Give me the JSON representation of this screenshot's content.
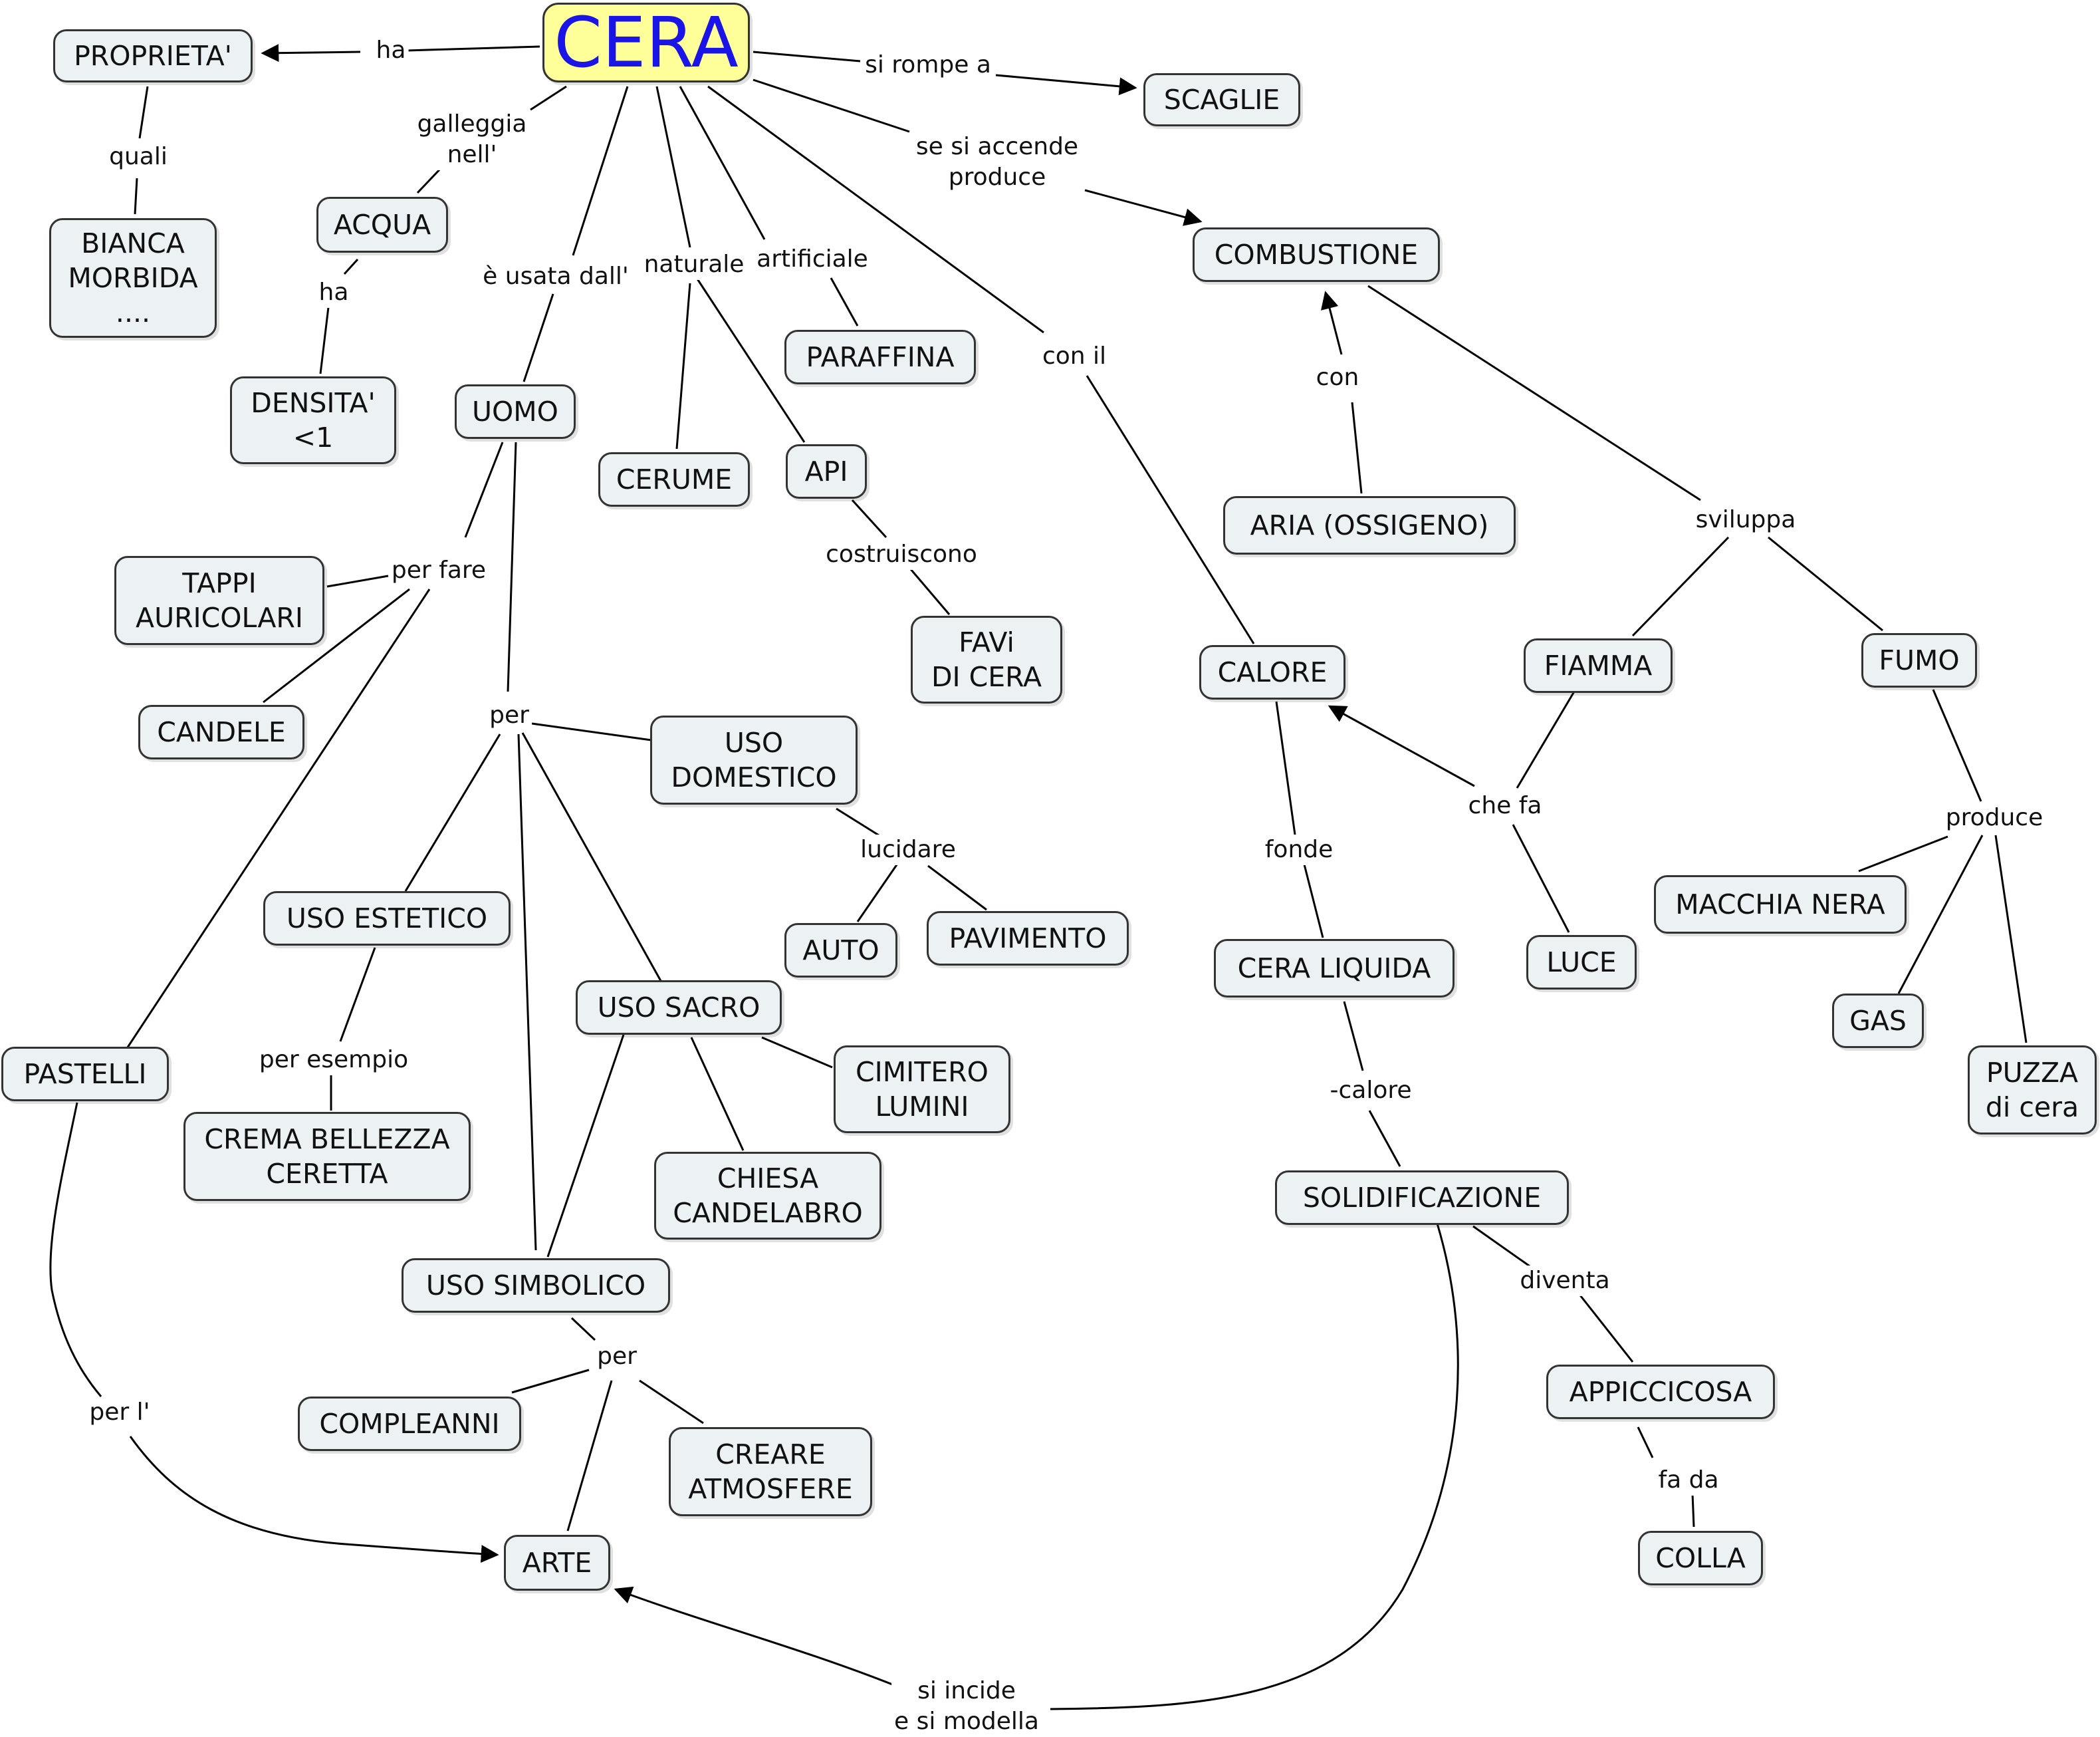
{
  "diagram": {
    "root": "CERA",
    "nodes": {
      "proprieta": "PROPRIETA'",
      "scaglie": "SCAGLIE",
      "bianca": "BIANCA\nMORBIDA\n....",
      "acqua": "ACQUA",
      "densita": "DENSITA'\n<1",
      "combustione": "COMBUSTIONE",
      "paraffina": "PARAFFINA",
      "uomo": "UOMO",
      "cerume": "CERUME",
      "api": "API",
      "aria": "ARIA (OSSIGENO)",
      "tappi": "TAPPI\nAURICOLARI",
      "favi": "FAVi\nDI CERA",
      "calore": "CALORE",
      "fiamma": "FIAMMA",
      "fumo": "FUMO",
      "candele": "CANDELE",
      "uso_domestico": "USO\nDOMESTICO",
      "uso_estetico": "USO ESTETICO",
      "auto": "AUTO",
      "pavimento": "PAVIMENTO",
      "cera_liquida": "CERA LIQUIDA",
      "luce": "LUCE",
      "macchia": "MACCHIA NERA",
      "gas": "GAS",
      "uso_sacro": "USO SACRO",
      "cimitero": "CIMITERO\nLUMINI",
      "pastelli": "PASTELLI",
      "puzza": "PUZZA\ndi cera",
      "crema": "CREMA BELLEZZA\nCERETTA",
      "chiesa": "CHIESA\nCANDELABRO",
      "solidificazione": "SOLIDIFICAZIONE",
      "uso_simbolico": "USO SIMBOLICO",
      "appiccicosa": "APPICCICOSA",
      "compleanni": "COMPLEANNI",
      "creare": "CREARE\nATMOSFERE",
      "arte": "ARTE",
      "colla": "COLLA"
    },
    "labels": {
      "ha": "ha",
      "si_rompe": "si rompe a",
      "quali": "quali",
      "galleggia": "galleggia\nnell'",
      "se_accende": "se si accende\nproduce",
      "naturale": "naturale",
      "artificiale": "artificiale",
      "e_usata": "è usata dall'",
      "ha2": "ha",
      "con_il": "con il",
      "con": "con",
      "sviluppa": "sviluppa",
      "costruiscono": "costruiscono",
      "per_fare": "per fare",
      "per": "per",
      "che_fa": "che fa",
      "lucidare": "lucidare",
      "fonde": "fonde",
      "produce": "produce",
      "per_esempio": "per esempio",
      "meno_calore": "-calore",
      "diventa": "diventa",
      "per2": "per",
      "per_l": "per l'",
      "fa_da": "fa da",
      "si_incide": "si incide\ne si modella"
    }
  }
}
